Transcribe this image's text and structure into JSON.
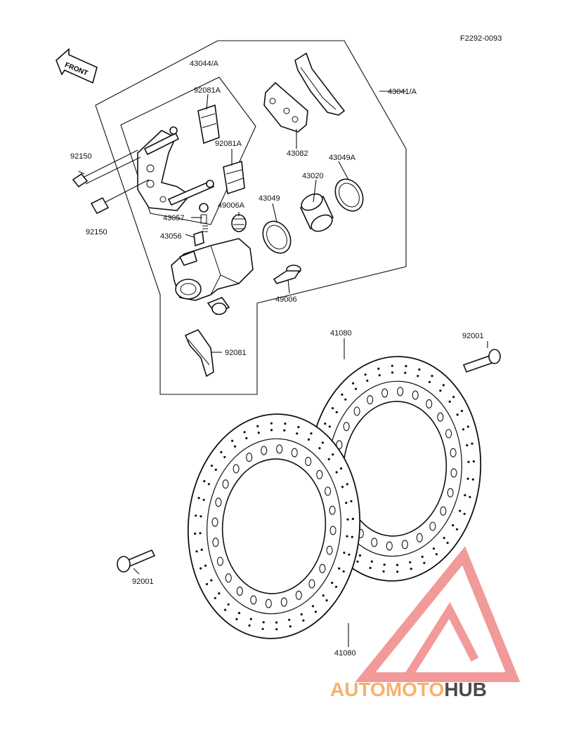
{
  "diagram_code": "F2292-0093",
  "front_label": "FRONT",
  "labels": {
    "p43044A": "43044/A",
    "p92081A_1": "92081A",
    "p92081A_2": "92081A",
    "p43041A": "43041/A",
    "p43082": "43082",
    "p43049A": "43049A",
    "p43020": "43020",
    "p43049": "43049",
    "p49006A": "49006A",
    "p43057": "43057",
    "p43056": "43056",
    "p49006": "49006",
    "p92150_1": "92150",
    "p92150_2": "92150",
    "p92081": "92081",
    "p41080_1": "41080",
    "p41080_2": "41080",
    "p92001_1": "92001",
    "p92001_2": "92001"
  },
  "watermark": {
    "part1": "AUTOMOTO",
    "part2": "HUB",
    "color1": "#f5b26b",
    "color2": "#4a4a4a",
    "triangle_color": "#f29a9a"
  }
}
